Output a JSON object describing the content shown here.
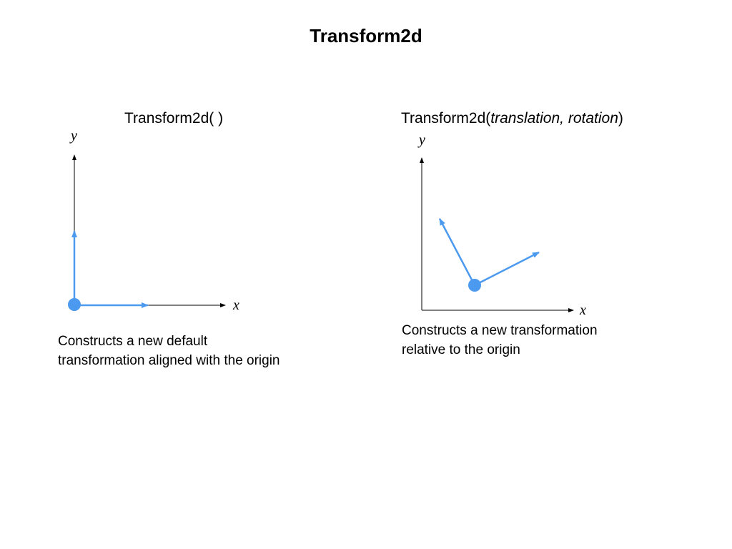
{
  "title": "Transform2d",
  "left_panel": {
    "heading": "Transform2d( )",
    "axis_y_label": "y",
    "axis_x_label": "x",
    "caption": "Constructs a new default transformation aligned with the origin"
  },
  "right_panel": {
    "heading_prefix": "Transform2d(",
    "heading_params": "translation, rotation",
    "heading_suffix": ")",
    "axis_y_label": "y",
    "axis_x_label": "x",
    "caption": "Constructs a new transformation relative to the origin"
  },
  "colors": {
    "axis": "#000000",
    "frame_vector": "#4c9aef",
    "text": "#000000"
  }
}
